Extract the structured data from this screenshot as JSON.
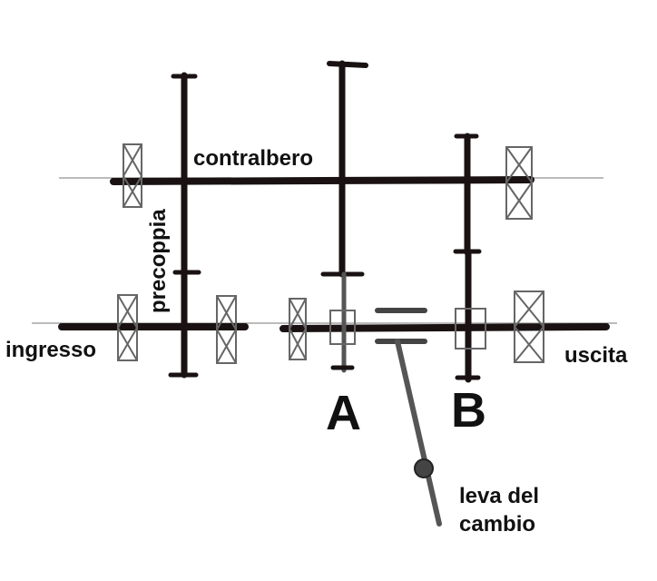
{
  "labels": {
    "countershaft": "contralbero",
    "input": "ingresso",
    "reduction_pair": "precoppia",
    "output": "uscita",
    "gear_a": "A",
    "gear_b": "B",
    "lever_line1": "leva del",
    "lever_line2": "cambio"
  },
  "colors": {
    "shaft": "#1a1212",
    "lever": "#555555",
    "bearing": "#666666"
  }
}
